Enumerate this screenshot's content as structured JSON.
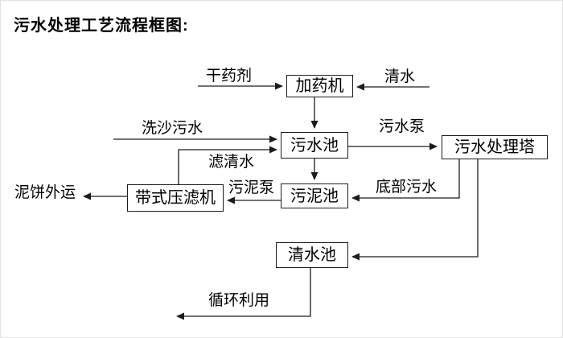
{
  "title": "污水处理工艺流程框图:",
  "nodes": {
    "dosing_machine": "加药机",
    "sewage_pool": "污水池",
    "treatment_tower": "污水处理塔",
    "sludge_pool": "污泥池",
    "belt_filter_press": "带式压滤机",
    "clean_water_pool": "清水池"
  },
  "edge_labels": {
    "dry_agent": "干药剂",
    "clean_water": "清水",
    "sand_washing_sewage": "洗沙污水",
    "sewage_pump": "污水泵",
    "filtered_water": "滤清水",
    "sludge_pump": "污泥泵",
    "bottom_sewage": "底部污水",
    "mud_cake_out": "泥饼外运",
    "recycling": "循环利用"
  },
  "colors": {
    "line": "#1c1c1c",
    "box_border": "#1c1c1c",
    "box_fill": "#ffffff",
    "background": "#ffffff",
    "text": "#000000"
  }
}
